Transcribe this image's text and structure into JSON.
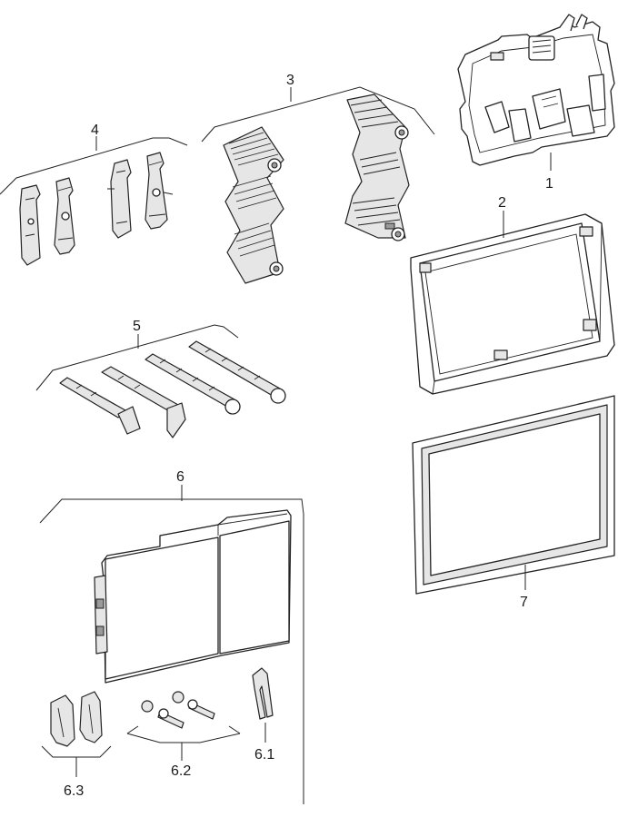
{
  "labels": {
    "p1": "1",
    "p2": "2",
    "p3": "3",
    "p4": "4",
    "p5": "5",
    "p6": "6",
    "p7": "7",
    "p61": "6.1",
    "p62": "6.2",
    "p63": "6.3"
  }
}
